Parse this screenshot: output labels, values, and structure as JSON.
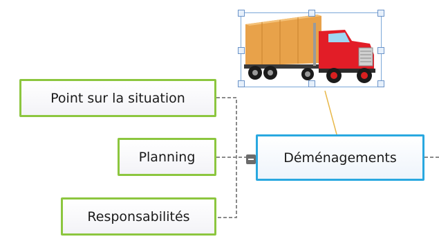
{
  "map": {
    "central_topic": {
      "label": "Déménagements"
    },
    "subtopics": [
      {
        "label": "Point sur la situation"
      },
      {
        "label": "Planning"
      },
      {
        "label": "Responsabilités"
      }
    ],
    "image": {
      "icon": "truck-icon"
    },
    "colors": {
      "subtopic_border": "#8cc63f",
      "central_border": "#29a8e0",
      "connector": "#8a8a8a",
      "image_link": "#e8b84a",
      "selection": "#6b93c8"
    }
  }
}
